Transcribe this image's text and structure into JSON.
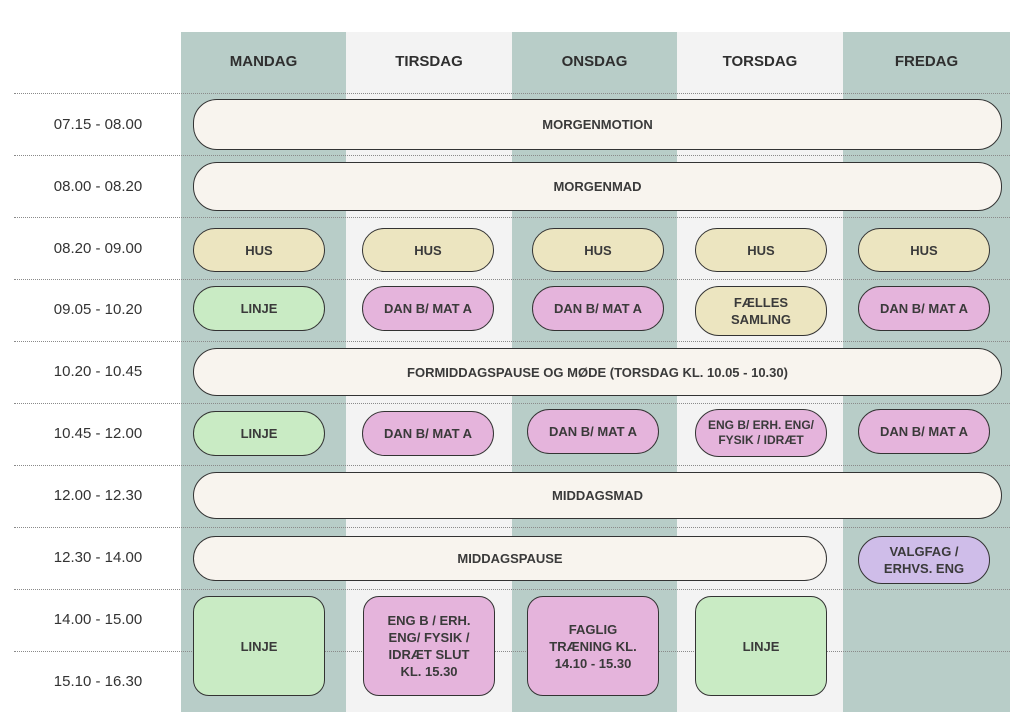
{
  "days": [
    "MANDAG",
    "TIRSDAG",
    "ONSDAG",
    "TORSDAG",
    "FREDAG"
  ],
  "times": [
    "07.15 - 08.00",
    "08.00 - 08.20",
    "08.20 - 09.00",
    "09.05 - 10.20",
    "10.20 - 10.45",
    "10.45 - 12.00",
    "12.00 - 12.30",
    "12.30 - 14.00",
    "14.00 - 15.00",
    "15.10 - 16.30"
  ],
  "colors": {
    "column_teal": "#b8cdc8",
    "column_grey": "#f3f3f3",
    "pill_cream": "#f8f4ee",
    "pill_beige": "#ece5c0",
    "pill_green": "#c9ebc4",
    "pill_pink": "#e5b4dc",
    "pill_lavender": "#cfbde9"
  },
  "blocks": {
    "morgenmotion": "MORGENMOTION",
    "morgenmad": "MORGENMAD",
    "hus_man": "HUS",
    "hus_tir": "HUS",
    "hus_ons": "HUS",
    "hus_tor": "HUS",
    "hus_fre": "HUS",
    "linje_man_1": "LINJE",
    "dan_mat_tir_1": "DAN B/ MAT A",
    "dan_mat_ons_1": "DAN B/ MAT A",
    "faelles_samling": "FÆLLES SAMLING",
    "dan_mat_fre_1": "DAN B/ MAT A",
    "formiddagspause": "FORMIDDAGSPAUSE OG MØDE (TORSDAG KL. 10.05 - 10.30)",
    "linje_man_2": "LINJE",
    "dan_mat_tir_2": "DAN B/ MAT A",
    "dan_mat_ons_2": "DAN B/ MAT A",
    "eng_tor": "ENG B/ ERH. ENG/ FYSIK / IDRÆT",
    "dan_mat_fre_2": "DAN B/ MAT A",
    "middagsmad": "MIDDAGSMAD",
    "middagspause": "MIDDAGSPAUSE",
    "valgfag": "VALGFAG / ERHVS. ENG",
    "linje_man_3": "LINJE",
    "eng_tir": "ENG B / ERH. ENG/ FYSIK / IDRÆT SLUT KL. 15.30",
    "faglig_traening": "FAGLIG TRÆNING KL. 14.10 - 15.30",
    "linje_tor": "LINJE"
  }
}
